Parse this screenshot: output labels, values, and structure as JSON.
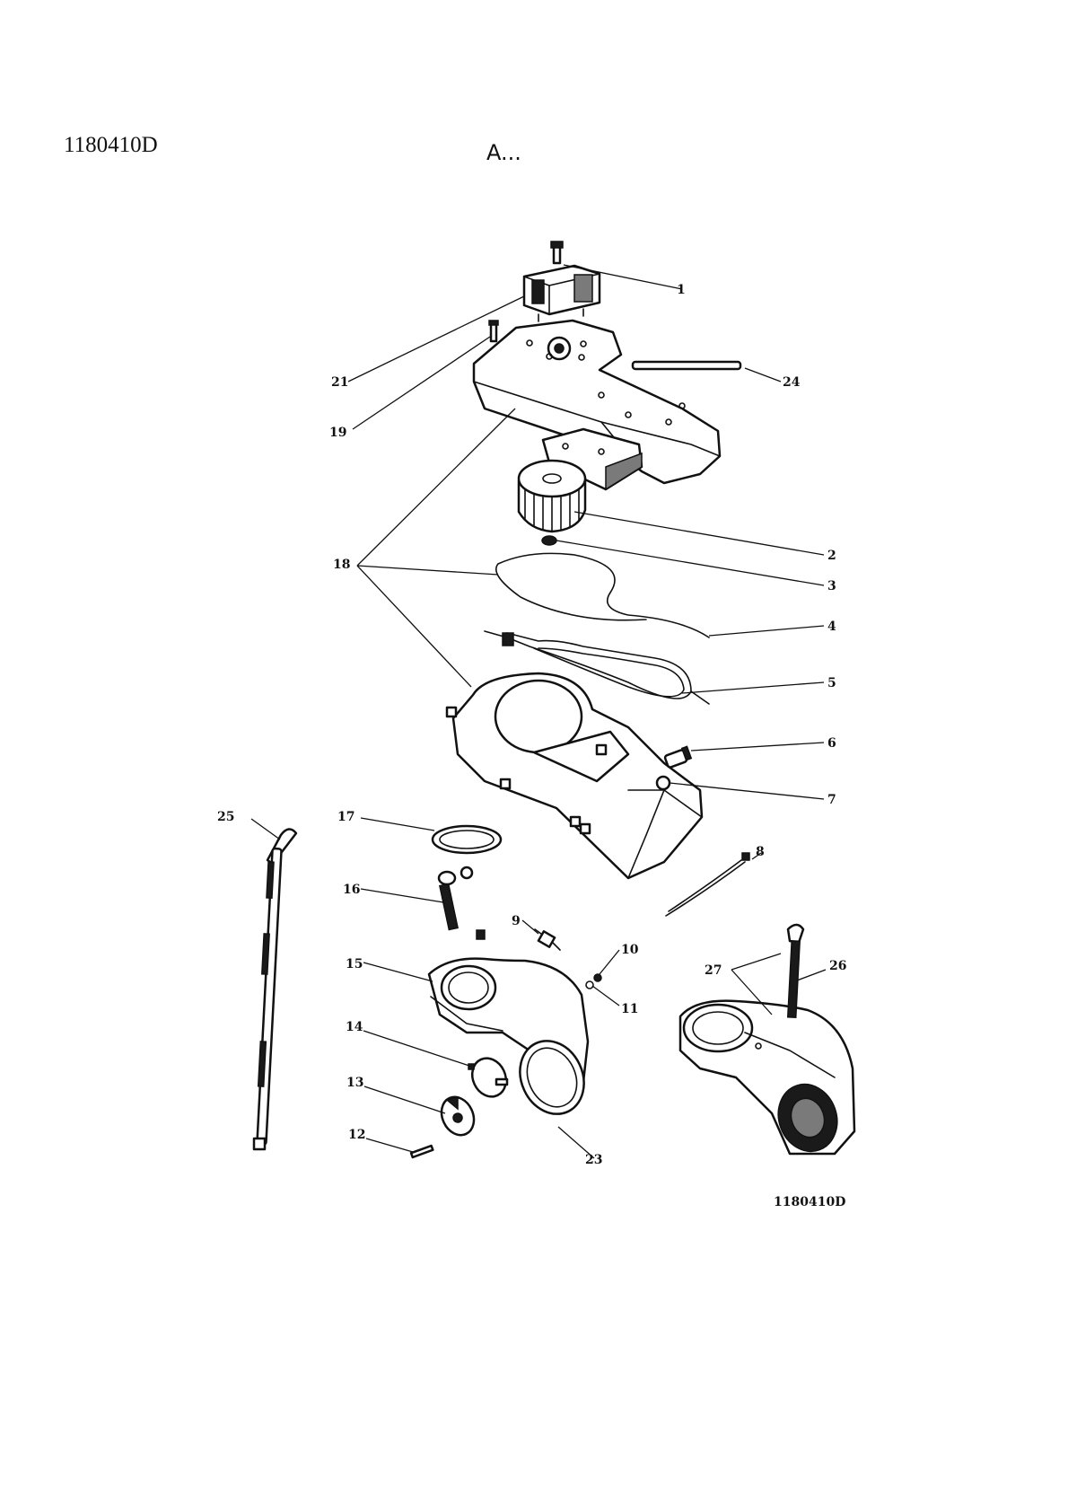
{
  "header": {
    "code": "1180410D",
    "title": "A..."
  },
  "diagram": {
    "footer_code": "1180410D",
    "callouts": [
      {
        "id": "c1",
        "label": "1"
      },
      {
        "id": "c2",
        "label": "2"
      },
      {
        "id": "c3",
        "label": "3"
      },
      {
        "id": "c4",
        "label": "4"
      },
      {
        "id": "c5",
        "label": "5"
      },
      {
        "id": "c6",
        "label": "6"
      },
      {
        "id": "c7",
        "label": "7"
      },
      {
        "id": "c8",
        "label": "8"
      },
      {
        "id": "c9",
        "label": "9"
      },
      {
        "id": "c10",
        "label": "10"
      },
      {
        "id": "c11",
        "label": "11"
      },
      {
        "id": "c12",
        "label": "12"
      },
      {
        "id": "c13",
        "label": "13"
      },
      {
        "id": "c14",
        "label": "14"
      },
      {
        "id": "c15",
        "label": "15"
      },
      {
        "id": "c16",
        "label": "16"
      },
      {
        "id": "c17",
        "label": "17"
      },
      {
        "id": "c18",
        "label": "18"
      },
      {
        "id": "c19",
        "label": "19"
      },
      {
        "id": "c21",
        "label": "21"
      },
      {
        "id": "c23",
        "label": "23"
      },
      {
        "id": "c24",
        "label": "24"
      },
      {
        "id": "c25",
        "label": "25"
      },
      {
        "id": "c26",
        "label": "26"
      },
      {
        "id": "c27",
        "label": "27"
      }
    ]
  }
}
